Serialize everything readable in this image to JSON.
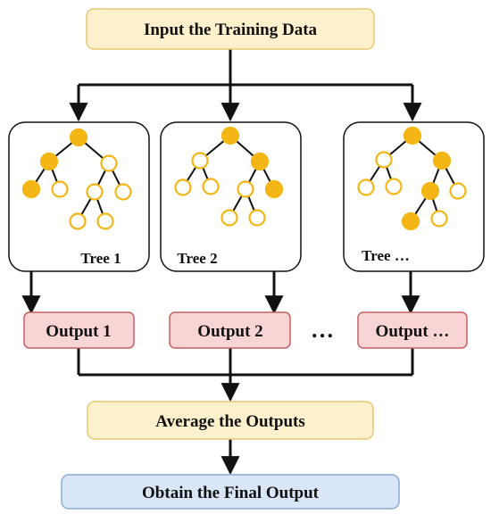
{
  "colors": {
    "yellow_fill": "#fcf1cc",
    "yellow_stroke": "#e9c871",
    "red_fill": "#f8d4d5",
    "red_stroke": "#c85f63",
    "blue_fill": "#d8e6f7",
    "blue_stroke": "#8aaad4",
    "node_active": "#f3b614",
    "node_empty_stroke": "#f3b614",
    "line": "#111111"
  },
  "boxes": {
    "input": "Input the Training Data",
    "average": "Average the Outputs",
    "final": "Obtain the Final Output"
  },
  "trees": [
    {
      "label": "Tree 1",
      "output": "Output 1"
    },
    {
      "label": "Tree 2",
      "output": "Output 2"
    },
    {
      "label": "Tree …",
      "output": "Output …"
    }
  ],
  "ellipsis": "…",
  "icons": {
    "active_node": "filled-circle",
    "inactive_node": "hollow-circle",
    "arrow": "arrow-down"
  }
}
